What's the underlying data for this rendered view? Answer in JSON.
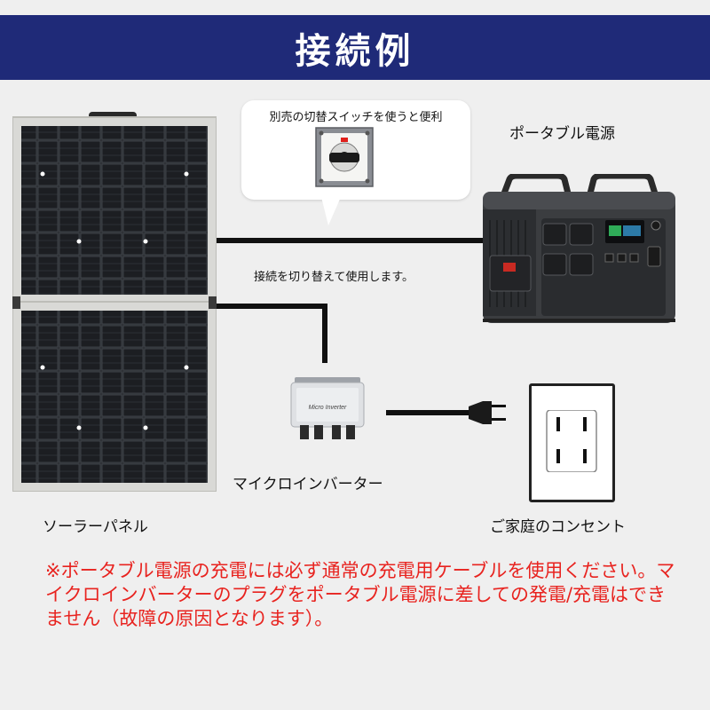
{
  "header": {
    "title": "接続例"
  },
  "switch_note": {
    "text": "別売の切替スイッチを使うと便利"
  },
  "labels": {
    "portable_power": "ポータブル電源",
    "switch_instruction": "接続を切り替えて使用します。",
    "micro_inverter": "マイクロインバーター",
    "solar_panel": "ソーラーパネル",
    "home_outlet": "ご家庭のコンセント"
  },
  "inverter_print": "Micro Inverter",
  "notice": {
    "text": "※ポータブル電源の充電には必ず通常の充電用ケーブルを使用ください。マイクロインバーターのプラグをポータブル電源に差しての発電/充電はできません（故障の原因となります）。"
  },
  "colors": {
    "header_bg": "#1f2a78",
    "notice_text": "#e8231f",
    "background": "#efefef"
  }
}
